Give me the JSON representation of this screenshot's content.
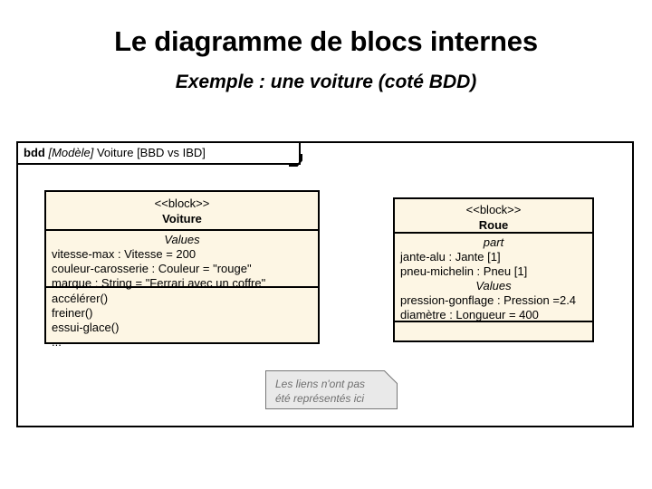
{
  "slide": {
    "title": "Le diagramme de blocs internes",
    "subtitle": "Exemple : une voiture (coté BDD)"
  },
  "diagram": {
    "frame": {
      "keyword": "bdd",
      "model": "[Modèle]",
      "name": "Voiture",
      "qualifier": "[BBD vs IBD]"
    },
    "blocks": [
      {
        "id": "voiture",
        "stereotype": "<<block>>",
        "name": "Voiture",
        "compartments": [
          {
            "title": "Values",
            "lines": [
              "vitesse-max : Vitesse = 200",
              "couleur-carosserie : Couleur = \"rouge\"",
              "marque : String = \"Ferrari avec un coffre\""
            ]
          },
          {
            "title": "",
            "lines": [
              "accélérer()",
              "freiner()",
              "essui-glace()",
              "..."
            ]
          }
        ]
      },
      {
        "id": "roue",
        "stereotype": "<<block>>",
        "name": "Roue",
        "compartments": [
          {
            "title": "part",
            "lines": [
              "jante-alu : Jante [1]",
              "pneu-michelin : Pneu [1]"
            ]
          },
          {
            "title": "Values",
            "lines": [
              "pression-gonflage : Pression =2.4",
              "diamètre : Longueur = 400"
            ]
          },
          {
            "title": "",
            "lines": []
          }
        ]
      }
    ],
    "note": {
      "line1": "Les liens n'ont pas",
      "line2": "été représentés ici"
    }
  },
  "colors": {
    "block_fill": "#FDF6E4",
    "block_border": "#000000",
    "note_fill": "#E9E9E9",
    "note_text": "#6F6F6F",
    "page_background": "#FFFFFF"
  }
}
